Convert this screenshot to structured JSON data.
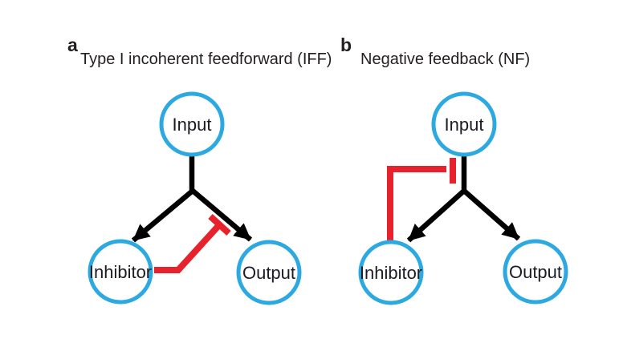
{
  "figure": {
    "background": "#ffffff",
    "panels": [
      {
        "label": "a",
        "title": "Type I incoherent feedforward (IFF)",
        "nodes": {
          "input": "Input",
          "inhibitor": "Inhibitor",
          "output": "Output"
        },
        "edges": [
          {
            "from": "Input",
            "to": "Inhibitor",
            "type": "activation",
            "marker": "arrow",
            "color": "#000000"
          },
          {
            "from": "Input",
            "to": "Output",
            "type": "activation",
            "marker": "arrow",
            "color": "#000000"
          },
          {
            "from": "Inhibitor",
            "to": "Input-to-Output edge",
            "type": "inhibition",
            "marker": "t-bar",
            "color": "#e8222c"
          }
        ]
      },
      {
        "label": "b",
        "title": "Negative feedback (NF)",
        "nodes": {
          "input": "Input",
          "inhibitor": "Inhibitor",
          "output": "Output"
        },
        "edges": [
          {
            "from": "Input",
            "to": "Inhibitor",
            "type": "activation",
            "marker": "arrow",
            "color": "#000000"
          },
          {
            "from": "Input",
            "to": "Output",
            "type": "activation",
            "marker": "arrow",
            "color": "#000000"
          },
          {
            "from": "Inhibitor",
            "to": "Input",
            "type": "inhibition",
            "marker": "t-bar",
            "color": "#e8222c"
          }
        ]
      }
    ],
    "colors": {
      "node_ring": "#2ba9e0",
      "activation_edge": "#000000",
      "inhibition_edge": "#e8222c",
      "text": "#231f20",
      "background": "#ffffff"
    }
  }
}
